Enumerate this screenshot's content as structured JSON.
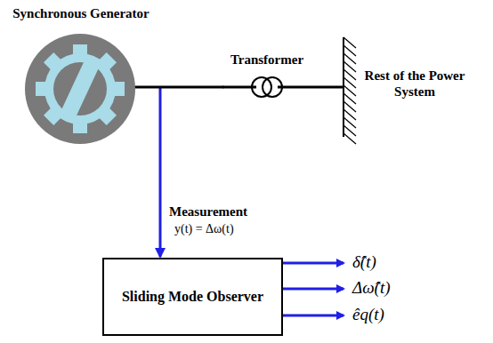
{
  "diagram": {
    "nodes": [
      {
        "text": [
          "Synchronous Generator"
        ]
      },
      {
        "text": [
          "Transformer"
        ]
      },
      {
        "text": [
          "Rest of the Power System"
        ]
      },
      {
        "text": [
          "Sliding Mode Observer"
        ]
      }
    ],
    "edges": [
      {
        "from": 0,
        "to": 1,
        "arrow": "none"
      },
      {
        "from": 1,
        "to": 2,
        "arrow": "none"
      },
      {
        "from": 0,
        "to": 3,
        "arrow": "to",
        "label": "Measurement"
      }
    ],
    "labels": [
      "y(t) = Δω(t)",
      "δ̂(t)",
      "Δω̂(t)",
      "êq(t)"
    ]
  }
}
